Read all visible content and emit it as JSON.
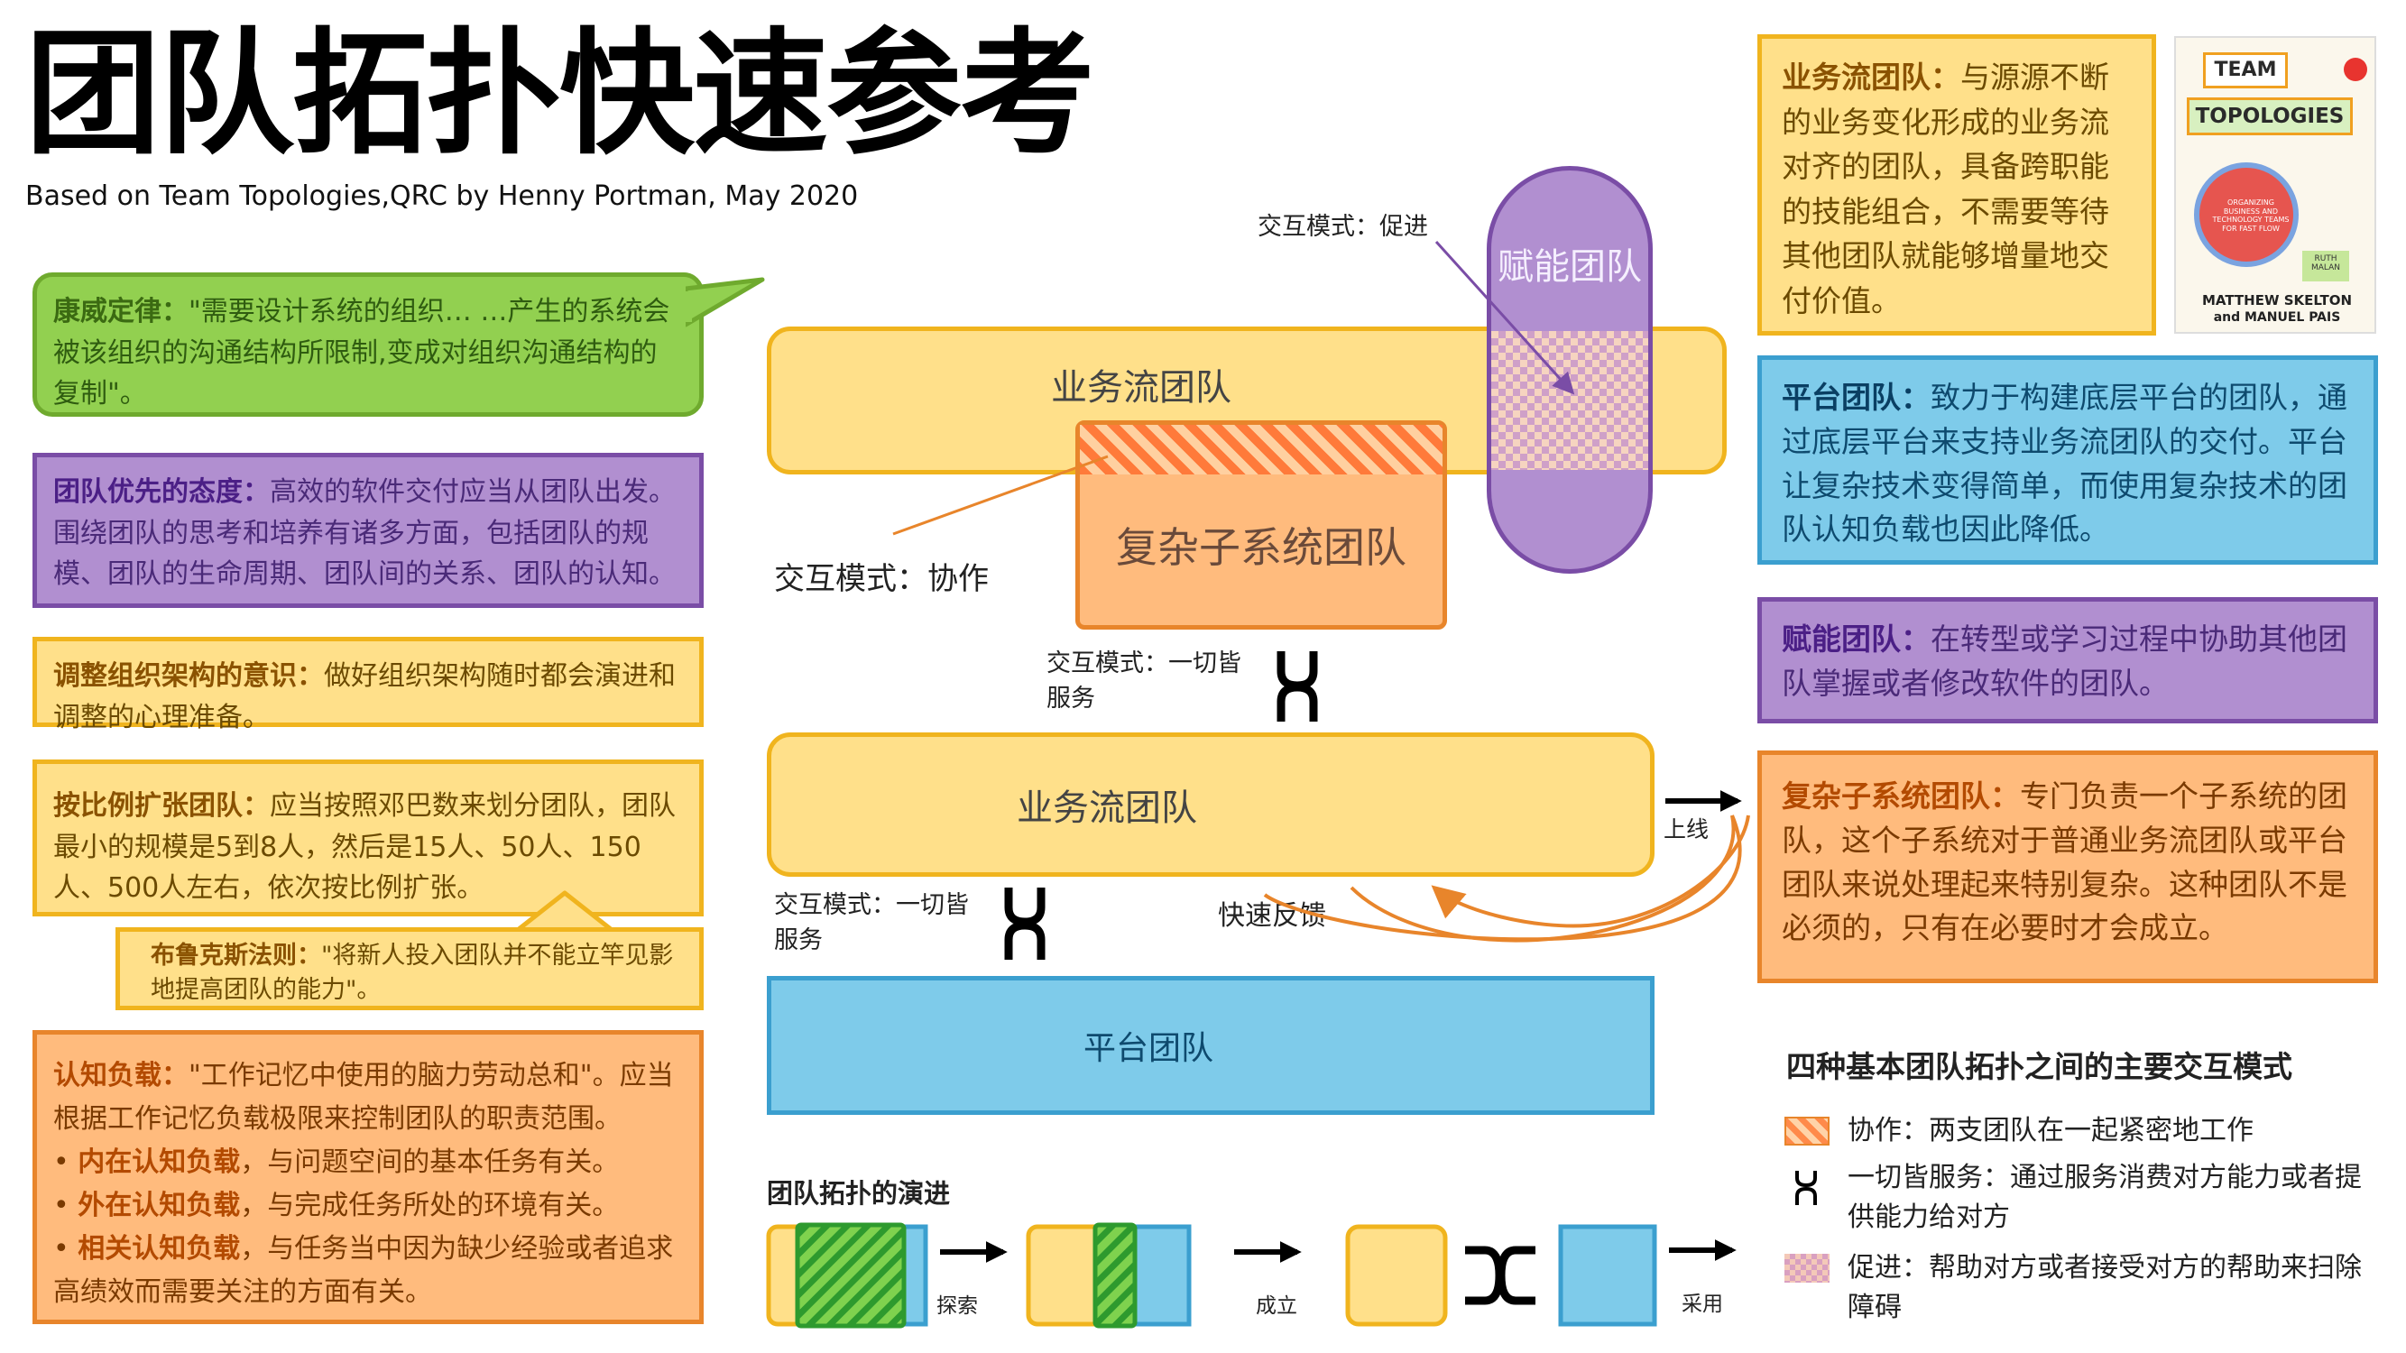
{
  "page": {
    "title": "团队拓扑快速参考",
    "subtitle": "Based on Team Topologies,QRC by Henny Portman, May 2020"
  },
  "left_cards": {
    "conway": {
      "term": "康威定律：",
      "text": "\"需要设计系统的组织… …产生的系统会被该组织的沟通结构所限制,变成对组织沟通结构的复制\"。"
    },
    "team_first": {
      "term": "团队优先的态度：",
      "text": "高效的软件交付应当从团队出发。围绕团队的思考和培养有诸多方面，包括团队的规模、团队的生命周期、团队间的关系、团队的认知。"
    },
    "reorg": {
      "term": "调整组织架构的意识：",
      "text": "做好组织架构随时都会演进和调整的心理准备。"
    },
    "scale": {
      "term": "按比例扩张团队：",
      "text": "应当按照邓巴数来划分团队，团队最小的规模是5到8人，然后是15人、50人、150人、500人左右，依次按比例扩张。"
    },
    "brooks": {
      "term": "布鲁克斯法则：",
      "text": "\"将新人投入团队并不能立竿见影地提高团队的能力\"。"
    },
    "cognitive": {
      "term": "认知负载：",
      "text": "\"工作记忆中使用的脑力劳动总和\"。应当根据工作记忆负载极限来控制团队的职责范围。",
      "items": [
        {
          "bullet": "• ",
          "term": "内在认知负载",
          "text": "，与问题空间的基本任务有关。"
        },
        {
          "bullet": "• ",
          "term": "外在认知负载",
          "text": "，与完成任务所处的环境有关。"
        },
        {
          "bullet": "• ",
          "term": "相关认知负载",
          "text": "，与任务当中因为缺少经验或者追求高绩效而需要关注的方面有关。"
        }
      ]
    }
  },
  "diagram": {
    "stream_top": "业务流团队",
    "complicated": "复杂子系统团队",
    "enabling": "赋能团队",
    "stream_mid": "业务流团队",
    "platform": "平台团队",
    "label_facilitate": "交互模式：促进",
    "label_collab": "交互模式：协作",
    "label_xaas_1": "交互模式：一切皆服务",
    "label_xaas_2": "交互模式：一切皆服务",
    "label_feedback": "快速反馈",
    "label_release": "上线"
  },
  "right_cards": {
    "stream": {
      "term": "业务流团队：",
      "text": "与源源不断的业务变化形成的业务流对齐的团队，具备跨职能的技能组合，不需要等待其他团队就能够增量地交付价值。"
    },
    "platform": {
      "term": "平台团队：",
      "text": "致力于构建底层平台的团队，通过底层平台来支持业务流团队的交付。平台让复杂技术变得简单，而使用复杂技术的团队认知负载也因此降低。"
    },
    "enabling": {
      "term": "赋能团队：",
      "text": "在转型或学习过程中协助其他团队掌握或者修改软件的团队。"
    },
    "complicated": {
      "term": "复杂子系统团队：",
      "text": "专门负责一个子系统的团队，这个子系统对于普通业务流团队或平台团队来说处理起来特别复杂。这种团队不是必须的，只有在必要时才会成立。"
    }
  },
  "book": {
    "line1": "TEAM",
    "line2": "TOPOLOGIES",
    "circle_text": "ORGANIZING BUSINESS AND TECHNOLOGY TEAMS FOR FAST FLOW",
    "foreword": "RUTH MALAN",
    "authors_1": "MATTHEW SKELTON",
    "authors_2": "and MANUEL PAIS"
  },
  "legend": {
    "title": "四种基本团队拓扑之间的主要交互模式",
    "collab": "协作：两支团队在一起紧密地工作",
    "xaas": "一切皆服务：通过服务消费对方能力或者提供能力给对方",
    "facilitate": "促进：帮助对方或者接受对方的帮助来扫除障碍"
  },
  "evolution": {
    "title": "团队拓扑的演进",
    "step1": "探索",
    "step2": "成立",
    "step3": "采用"
  },
  "colors": {
    "stream": "#ffe08a",
    "platform": "#7ecbea",
    "enabling": "#b18fd0",
    "complicated": "#ffbb7d",
    "accent_arrow": "#e8852b"
  }
}
